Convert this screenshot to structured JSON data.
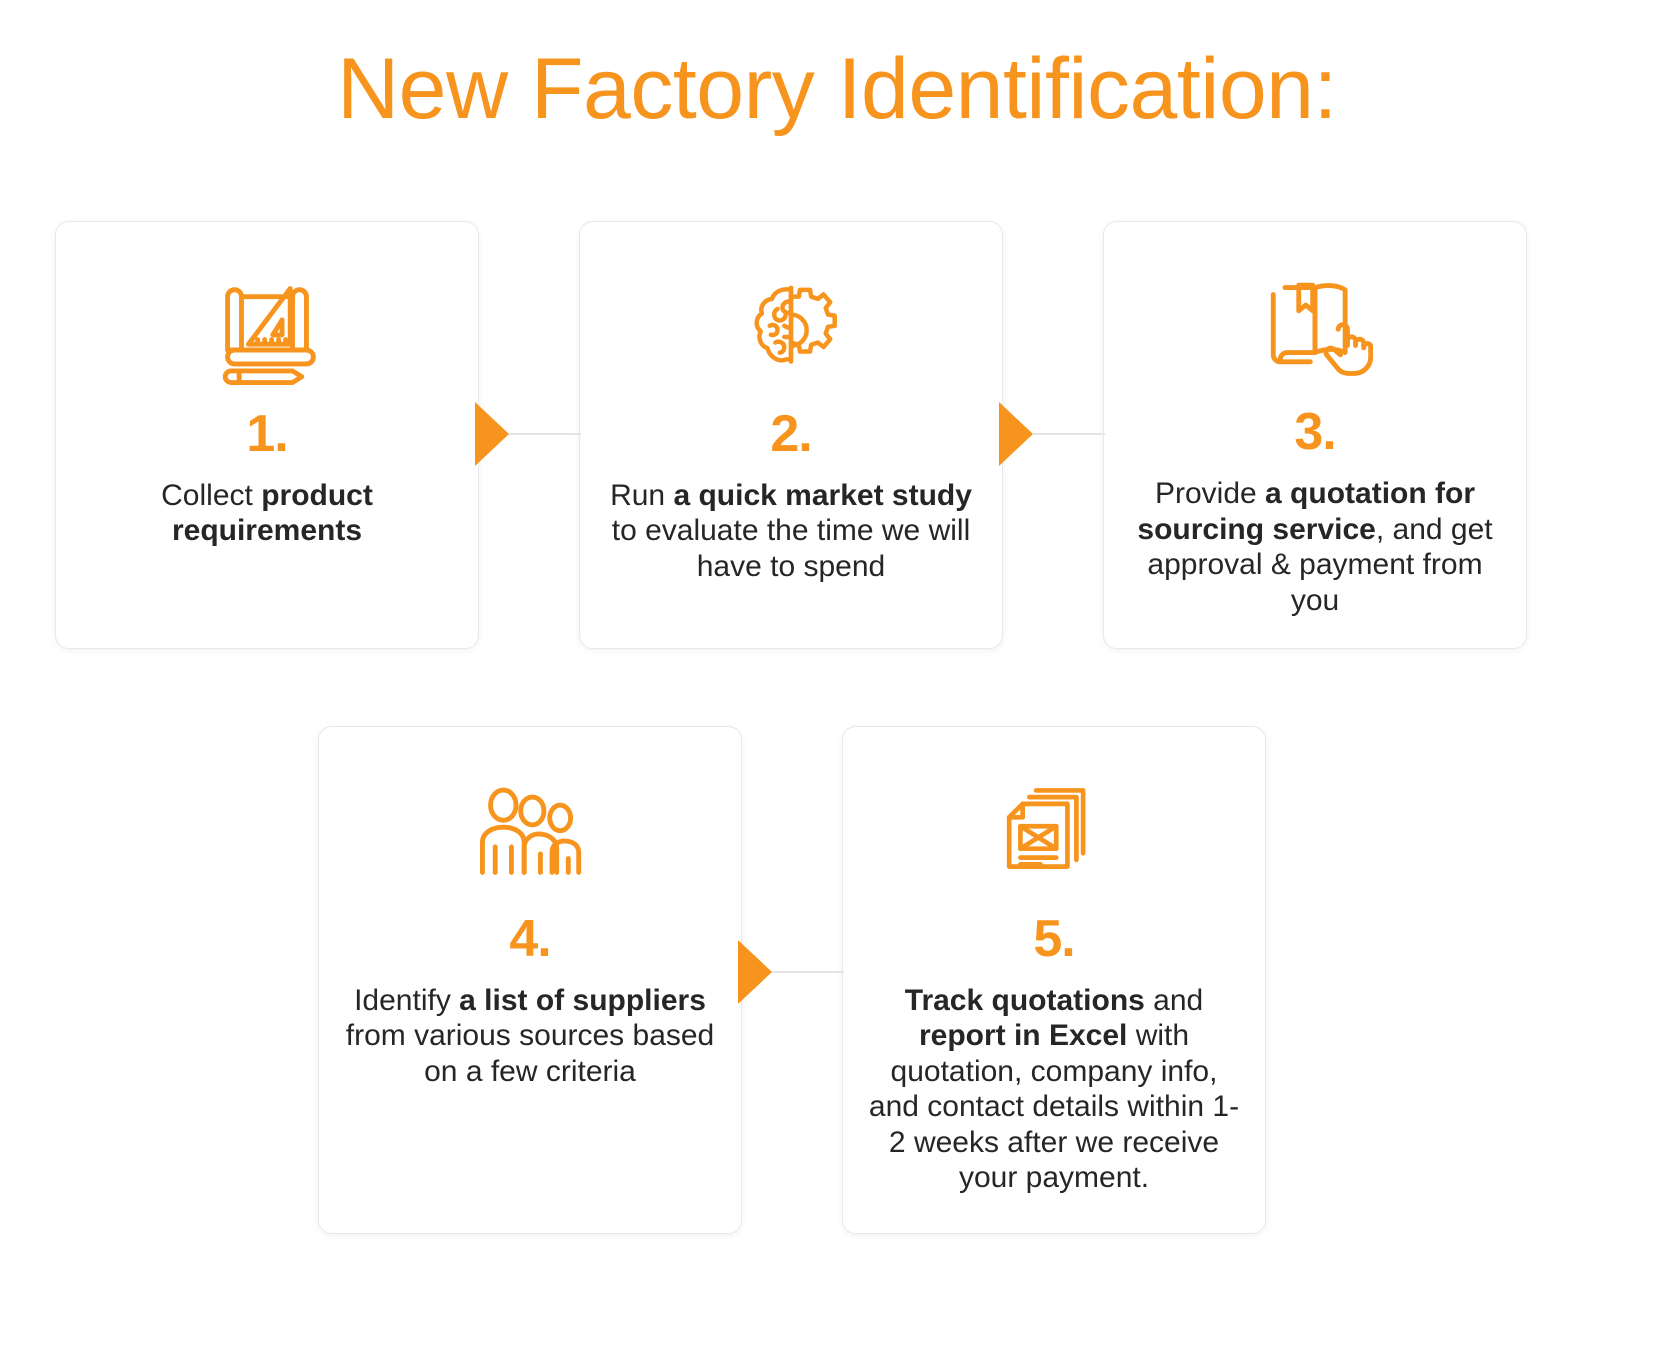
{
  "page": {
    "title": "New Factory Identification:",
    "accent_color": "#F7941E",
    "text_color": "#262626",
    "card_border_color": "#E8E8E8",
    "connector_line_color": "#E4E4E4",
    "background_color": "#FFFFFF"
  },
  "steps": [
    {
      "number": "1.",
      "icon": "blueprint-ruler-pencil-icon",
      "text_parts": [
        {
          "text": "Collect ",
          "bold": false
        },
        {
          "text": "product requirements",
          "bold": true
        }
      ],
      "plain_text": "Collect product requirements"
    },
    {
      "number": "2.",
      "icon": "brain-gear-icon",
      "text_parts": [
        {
          "text": "Run ",
          "bold": false
        },
        {
          "text": "a quick market study",
          "bold": true
        },
        {
          "text": " to evaluate the time we will have to spend",
          "bold": false
        }
      ],
      "plain_text": "Run a quick market study to evaluate the time we will have to spend"
    },
    {
      "number": "3.",
      "icon": "open-book-hand-icon",
      "text_parts": [
        {
          "text": "Provide ",
          "bold": false
        },
        {
          "text": "a quotation for sourcing service",
          "bold": true
        },
        {
          "text": ", and get approval & payment from you",
          "bold": false
        }
      ],
      "plain_text": "Provide a quotation for sourcing service, and get approval & payment from you"
    },
    {
      "number": "4.",
      "icon": "people-group-icon",
      "text_parts": [
        {
          "text": "Identify ",
          "bold": false
        },
        {
          "text": "a list of suppliers",
          "bold": true
        },
        {
          "text": " from various sources based on a few criteria",
          "bold": false
        }
      ],
      "plain_text": "Identify a list of suppliers from various sources based on a few criteria"
    },
    {
      "number": "5.",
      "icon": "document-stack-icon",
      "text_parts": [
        {
          "text": "Track quotations",
          "bold": true
        },
        {
          "text": " and ",
          "bold": false
        },
        {
          "text": "report in Excel",
          "bold": true
        },
        {
          "text": " with quotation, company info, and contact details within 1-2 weeks after we receive your payment.",
          "bold": false
        }
      ],
      "plain_text": "Track quotations and report in Excel with quotation, company info, and contact details within 1-2 weeks after we receive your payment."
    }
  ],
  "connectors": [
    {
      "from": "1",
      "to": "2",
      "icon": "arrow-right-icon"
    },
    {
      "from": "2",
      "to": "3",
      "icon": "arrow-right-icon"
    },
    {
      "from": "4",
      "to": "5",
      "icon": "arrow-right-icon"
    }
  ]
}
